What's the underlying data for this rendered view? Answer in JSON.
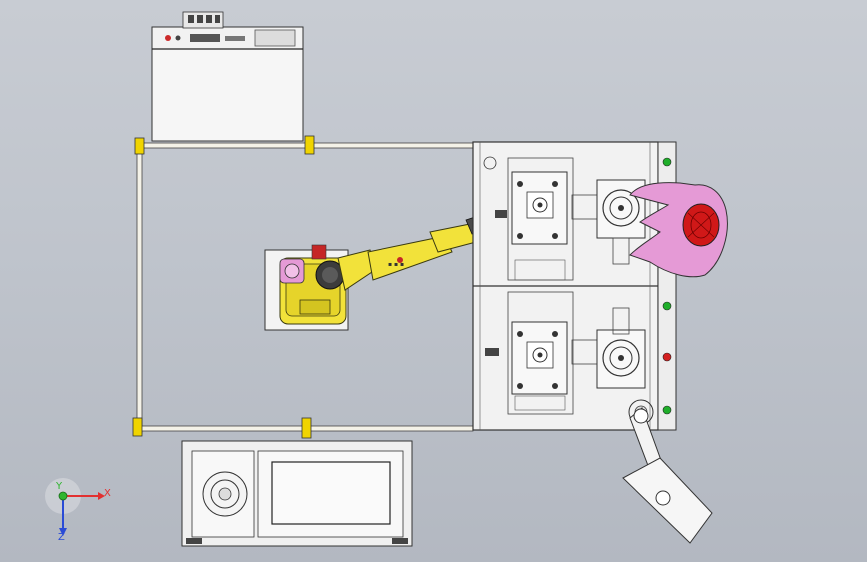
{
  "triad": {
    "x_label": "X",
    "y_label": "Y",
    "z_label": "Z"
  },
  "colors": {
    "background_top": "#c8ccd3",
    "background_bottom": "#b3b8c1",
    "robot_yellow": "#f2e23a",
    "workpiece_pink": "#e59ad6",
    "workpiece_red": "#d01818",
    "indicator_green": "#1fae2a",
    "indicator_red": "#d42020",
    "axis_x": "#e23030",
    "axis_y": "#2fb52f",
    "axis_z": "#2a4bd6",
    "fence": "#f4f2e8",
    "fence_post": "#f0d400",
    "panel": "#eeeeee",
    "line": "#3a3a3a"
  },
  "icons": {
    "controller": "controller-cabinet-icon",
    "robot": "industrial-robot-arm-icon",
    "fixture_table": "dual-fixture-table-icon",
    "cart": "parts-cart-icon",
    "monitor_arm": "pendant-arm-icon",
    "triad": "coordinate-triad-icon"
  }
}
